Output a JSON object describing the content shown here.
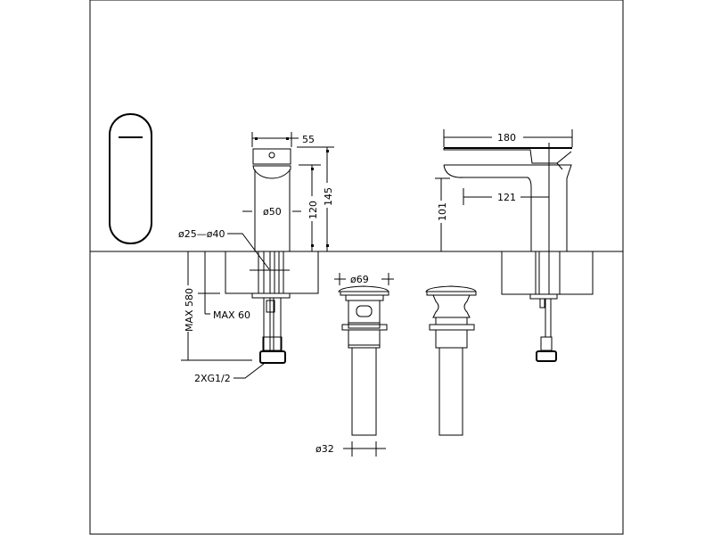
{
  "dimensions": {
    "front_width": "55",
    "front_spout_height": "120",
    "front_total_height": "145",
    "body_diameter": "ø50",
    "hole_diameter": "ø25—ø40",
    "max_hose_length": "MAX 580",
    "max_counter_thickness": "MAX 60",
    "connection": "2XG1/2",
    "drain_flange_diameter": "ø69",
    "drain_tube_diameter": "ø32",
    "side_total_length": "180",
    "side_spout_reach": "121",
    "side_spout_height": "101"
  },
  "colors": {
    "line": "#000000",
    "background": "#ffffff"
  }
}
